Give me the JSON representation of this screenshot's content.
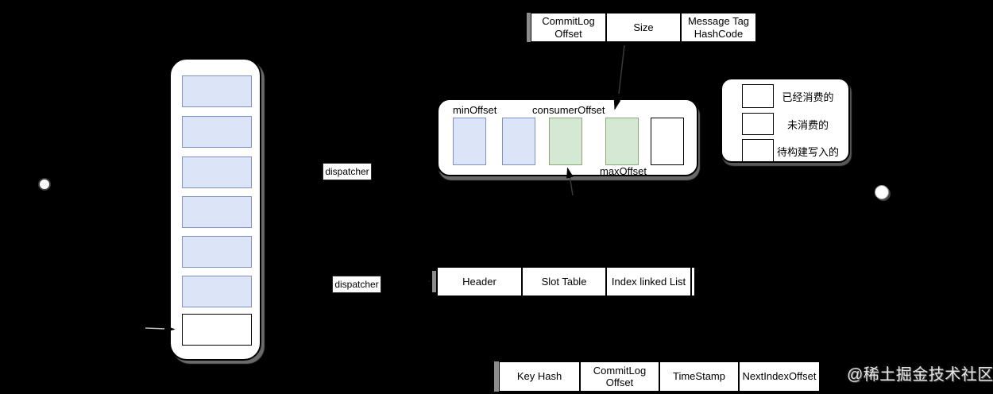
{
  "colors": {
    "background": "#000000",
    "consumed_fill": "#dbe5f7",
    "consumed_border": "#7e92c6",
    "unconsumed_fill": "#d5e8d4",
    "unconsumed_border": "#89a878",
    "pending_fill": "#ffffff",
    "pending_border": "#000000",
    "shape_shadow": "#7d7d7d"
  },
  "message_entry_table": {
    "cells": [
      "CommitLog Offset",
      "Size",
      "Message Tag HashCode"
    ]
  },
  "commit_log": {
    "blocks": [
      "consumed",
      "consumed",
      "consumed",
      "consumed",
      "consumed",
      "consumed",
      "pending"
    ]
  },
  "dispatchers": {
    "top": "dispatcher",
    "bottom": "dispatcher"
  },
  "consume_queue": {
    "min_offset_label": "minOffset",
    "consumer_offset_label": "consumerOffset",
    "max_offset_label": "maxOffset",
    "blocks": [
      "consumed",
      "consumed",
      "unconsumed",
      "unconsumed",
      "pending"
    ]
  },
  "legend": {
    "items": [
      {
        "type": "consumed",
        "label": "已经消费的"
      },
      {
        "type": "unconsumed",
        "label": "未消费的"
      },
      {
        "type": "pending",
        "label": "待构建写入的"
      }
    ]
  },
  "index_file_table": {
    "cells": [
      "Header",
      "Slot Table",
      "Index linked List"
    ]
  },
  "index_entry_table": {
    "cells": [
      "Key Hash",
      "CommitLog Offset",
      "TimeStamp",
      "NextIndexOffset"
    ]
  },
  "watermark": "@稀土掘金技术社区"
}
